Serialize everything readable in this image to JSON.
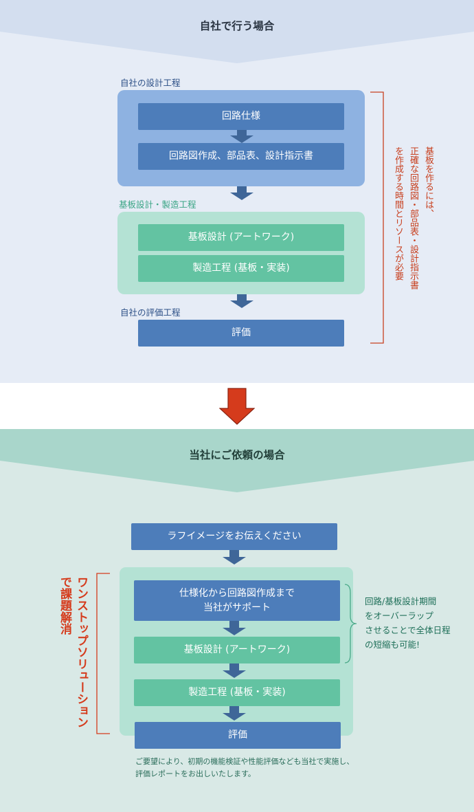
{
  "section1": {
    "header": "自社で行う場合",
    "phase_design": "自社の設計工程",
    "step_spec": "回路仕様",
    "step_docs": "回路図作成、部品表、設計指示書",
    "phase_board": "基板設計・製造工程",
    "step_board_design": "基板設計 (アートワーク)",
    "step_manufacture": "製造工程 (基板・実装)",
    "phase_eval": "自社の評価工程",
    "step_eval": "評価",
    "note_line1": "基板を作るには、",
    "note_line2": "正確な回路図・部品表・設計指示書",
    "note_line3": "を作成する時間とリソースが必要"
  },
  "section2": {
    "header": "当社にご依頼の場合",
    "step_rough": "ラフイメージをお伝えください",
    "step_spec_line1": "仕様化から回路図作成まで",
    "step_spec_line2": "当社がサポート",
    "step_board_design": "基板設計 (アートワーク)",
    "step_manufacture": "製造工程 (基板・実装)",
    "step_eval": "評価",
    "side_line1": "ワンストップソリューション",
    "side_line2": "で課題解消",
    "overlap_line1": "回路/基板設計期間",
    "overlap_line2": "をオーバーラップ",
    "overlap_line3": "させることで全体日程",
    "overlap_line4": "の短縮も可能!",
    "footnote_line1": "ご要望により、初期の機能検証や性能評価なども当社で実施し、",
    "footnote_line2": "評価レポートをお出しいたします。"
  },
  "colors": {
    "section1_bg": "#e6ecf6",
    "section1_header_bg": "#d3deef",
    "section2_bg": "#d9e9e6",
    "section2_header_bg": "#a9d6cb",
    "box_blue": "#4d7dba",
    "panel_blue": "#8eb2e1",
    "box_green": "#63c3a2",
    "panel_green": "#b4e2d4",
    "accent_red": "#d53b1c",
    "note_red": "#c8401f",
    "bracket_green": "#4aa888"
  }
}
